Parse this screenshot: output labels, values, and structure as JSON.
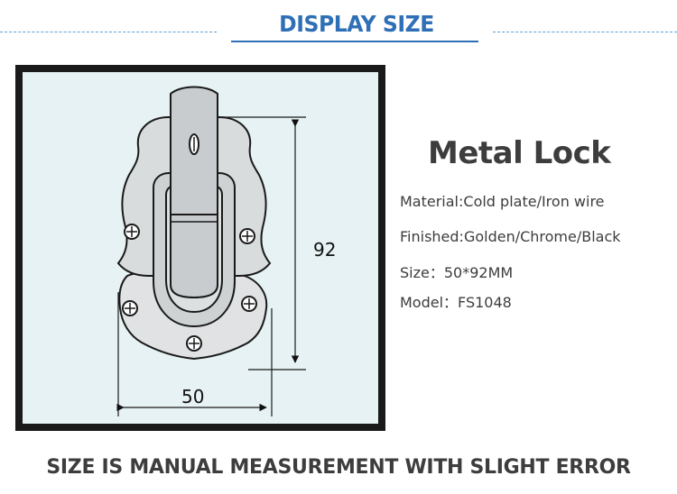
{
  "header": {
    "title": "DISPLAY SIZE"
  },
  "diagram": {
    "dimension_height": "92",
    "dimension_width": "50"
  },
  "product": {
    "name": "Metal Lock",
    "specs": {
      "material": "Material:Cold plate/Iron wire",
      "finished": "Finished:Golden/Chrome/Black",
      "size": "Size：50*92MM",
      "model": "Model：FS1048"
    }
  },
  "footer": {
    "note": "SIZE IS MANUAL MEASUREMENT WITH SLIGHT ERROR"
  },
  "colors": {
    "accent": "#2f6fb6",
    "dashes": "#5ea1d6",
    "text": "#3d3d3d",
    "frame": "#1a1a1a",
    "diagram_bg": "#e6f2f3"
  }
}
